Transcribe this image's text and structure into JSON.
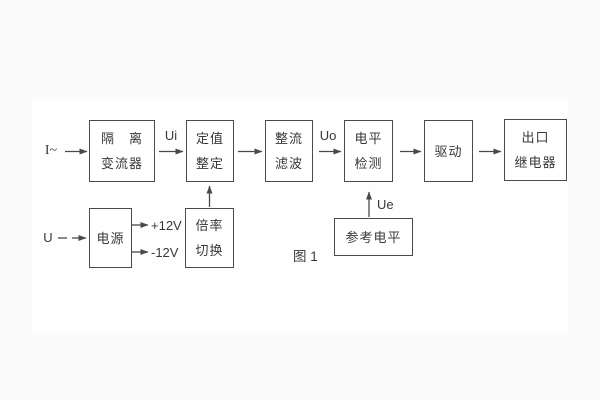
{
  "figure": {
    "caption": "图 1",
    "type": "block-diagram"
  },
  "colors": {
    "line": "#4a4a4a",
    "text": "#383838",
    "panel_bg": "#fefefe",
    "page_bg": "#fafafa"
  },
  "inputs": {
    "current": "I~",
    "voltage": "U"
  },
  "blocks": {
    "isolation_transformer": {
      "line1": "隔　离",
      "line2": "变流器"
    },
    "setpoint_adjust": {
      "line1": "定值",
      "line2": "整定"
    },
    "rectify_filter": {
      "line1": "整流",
      "line2": "滤波"
    },
    "level_detector": {
      "line1": "电平",
      "line2": "检测"
    },
    "driver": {
      "line1": "驱动"
    },
    "output_relay": {
      "line1": "出口",
      "line2": "继电器"
    },
    "power_supply": {
      "line1": "电源"
    },
    "ratio_switch": {
      "line1": "倍率",
      "line2": "切换"
    },
    "reference_level": {
      "line1": "参考电平"
    }
  },
  "signals": {
    "ui": "Ui",
    "uo": "Uo",
    "ue": "Ue",
    "plus_12v": "+12V",
    "minus_12v": "-12V"
  }
}
